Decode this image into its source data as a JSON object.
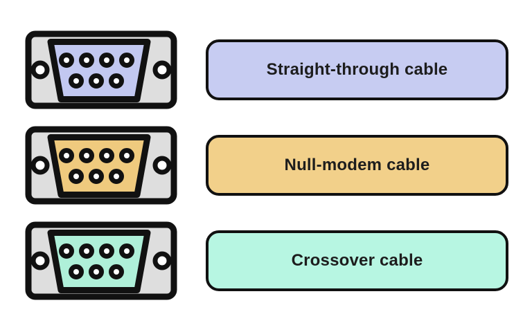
{
  "page": {
    "background": "#ffffff",
    "outline_color": "#111111",
    "text_color": "#1d1d1d"
  },
  "rows": [
    {
      "connector": {
        "name": "db9-serial-port-purple",
        "body_color": "#dedede",
        "face_color": "#c2c8f1",
        "hole_color": "#ffffff",
        "pin_count_visible": 7,
        "pin_layout": "4-top-3-bottom"
      },
      "label": {
        "text": "Straight-through cable",
        "fill": "#c7ccf2"
      }
    },
    {
      "connector": {
        "name": "db9-serial-port-tan",
        "body_color": "#dedede",
        "face_color": "#efca7e",
        "hole_color": "#ffffff",
        "pin_count_visible": 7,
        "pin_layout": "4-top-3-bottom"
      },
      "label": {
        "text": "Null-modem cable",
        "fill": "#f2d08a"
      }
    },
    {
      "connector": {
        "name": "db9-serial-port-mint",
        "body_color": "#dedede",
        "face_color": "#aff0d9",
        "hole_color": "#ffffff",
        "pin_count_visible": 7,
        "pin_layout": "4-top-3-bottom"
      },
      "label": {
        "text": "Crossover cable",
        "fill": "#b7f6e2"
      }
    }
  ]
}
